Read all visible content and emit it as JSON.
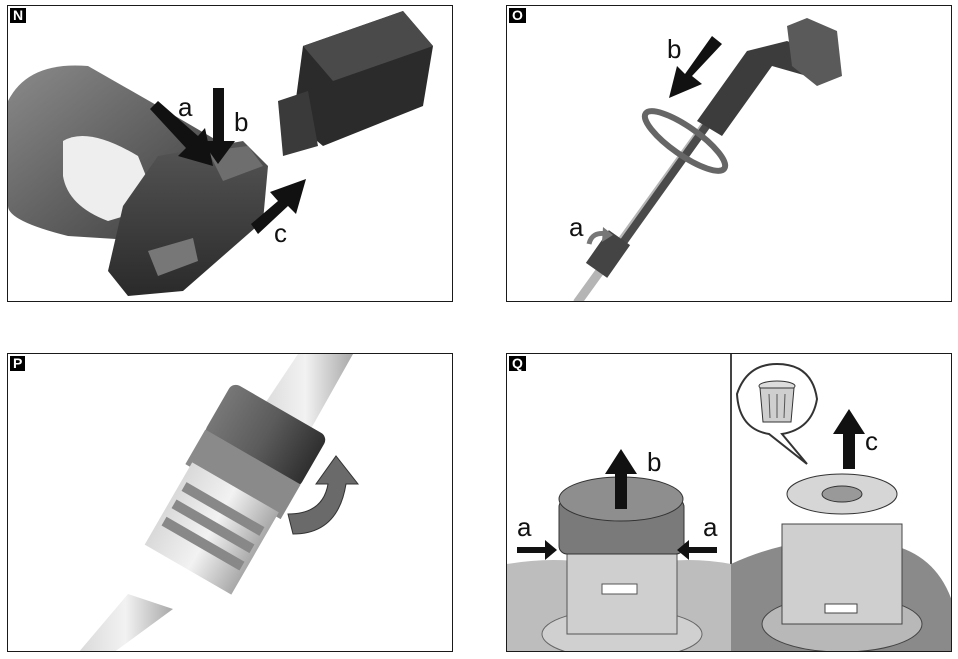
{
  "panels": {
    "N": {
      "letter": "N",
      "callouts": {
        "a": "a",
        "b": "b",
        "c": "c"
      }
    },
    "O": {
      "letter": "O",
      "callouts": {
        "a": "a",
        "b": "b"
      }
    },
    "P": {
      "letter": "P"
    },
    "Q": {
      "letter": "Q",
      "callouts": {
        "a_left": "a",
        "a_right": "a",
        "b": "b",
        "c": "c"
      }
    }
  },
  "colors": {
    "border": "#1a1a1a",
    "tool_dark": "#3c3c3c",
    "tool_mid": "#6a6a6a",
    "tool_light": "#a9a9a9",
    "arrow": "#111111"
  },
  "icons": [
    "arrow-icon",
    "rotate-arrow-icon",
    "trash-bin-icon"
  ]
}
